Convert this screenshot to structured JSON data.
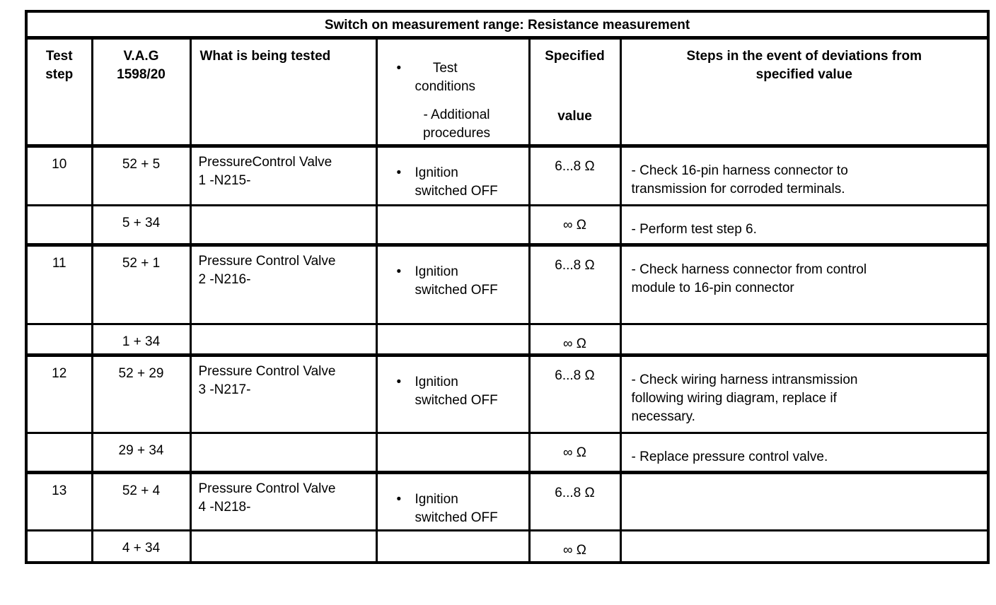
{
  "table": {
    "title": "Switch on measurement range: Resistance measurement",
    "headers": {
      "test_step": "Test\nstep",
      "vag": "V.A.G\n1598/20",
      "tested": "What is being tested",
      "conditions_bullet": "Test\nconditions",
      "conditions_dash": "- Additional\nprocedures",
      "specified_line1": "Specified",
      "specified_line2": "value",
      "steps": "Steps in the event of deviations from\nspecified value"
    },
    "rows": [
      {
        "test_step": "10",
        "vag": "52 + 5",
        "tested": "PressureControl Valve\n1 -N215-",
        "condition": "Ignition\nswitched OFF",
        "value": "6...8 Ω",
        "steps": "- Check 16-pin harness connector to\ntransmission for corroded terminals."
      },
      {
        "test_step": "",
        "vag": "5 + 34",
        "tested": "",
        "condition": "",
        "value": "∞ Ω",
        "steps": "- Perform test step 6."
      },
      {
        "test_step": "11",
        "vag": "52 + 1",
        "tested": "Pressure Control Valve\n2 -N216-",
        "condition": "Ignition\nswitched OFF",
        "value": "6...8 Ω",
        "steps": "- Check harness connector from control\nmodule to 16-pin connector"
      },
      {
        "test_step": "",
        "vag": "1 + 34",
        "tested": "",
        "condition": "",
        "value": "∞ Ω",
        "steps": ""
      },
      {
        "test_step": "12",
        "vag": "52 + 29",
        "tested": "Pressure Control Valve\n3 -N217-",
        "condition": "Ignition\nswitched OFF",
        "value": "6...8 Ω",
        "steps": "- Check wiring harness intransmission\nfollowing wiring diagram, replace if\nnecessary."
      },
      {
        "test_step": "",
        "vag": "29 + 34",
        "tested": "",
        "condition": "",
        "value": "∞ Ω",
        "steps": "- Replace pressure control valve."
      },
      {
        "test_step": "13",
        "vag": "52 + 4",
        "tested": "Pressure Control Valve\n4 -N218-",
        "condition": "Ignition\nswitched OFF",
        "value": "6...8 Ω",
        "steps": ""
      },
      {
        "test_step": "",
        "vag": "4 + 34",
        "tested": "",
        "condition": "",
        "value": "∞ Ω",
        "steps": ""
      }
    ]
  },
  "glyphs": {
    "bullet": "•"
  },
  "colors": {
    "text": "#000000",
    "border": "#000000",
    "background": "#ffffff"
  }
}
